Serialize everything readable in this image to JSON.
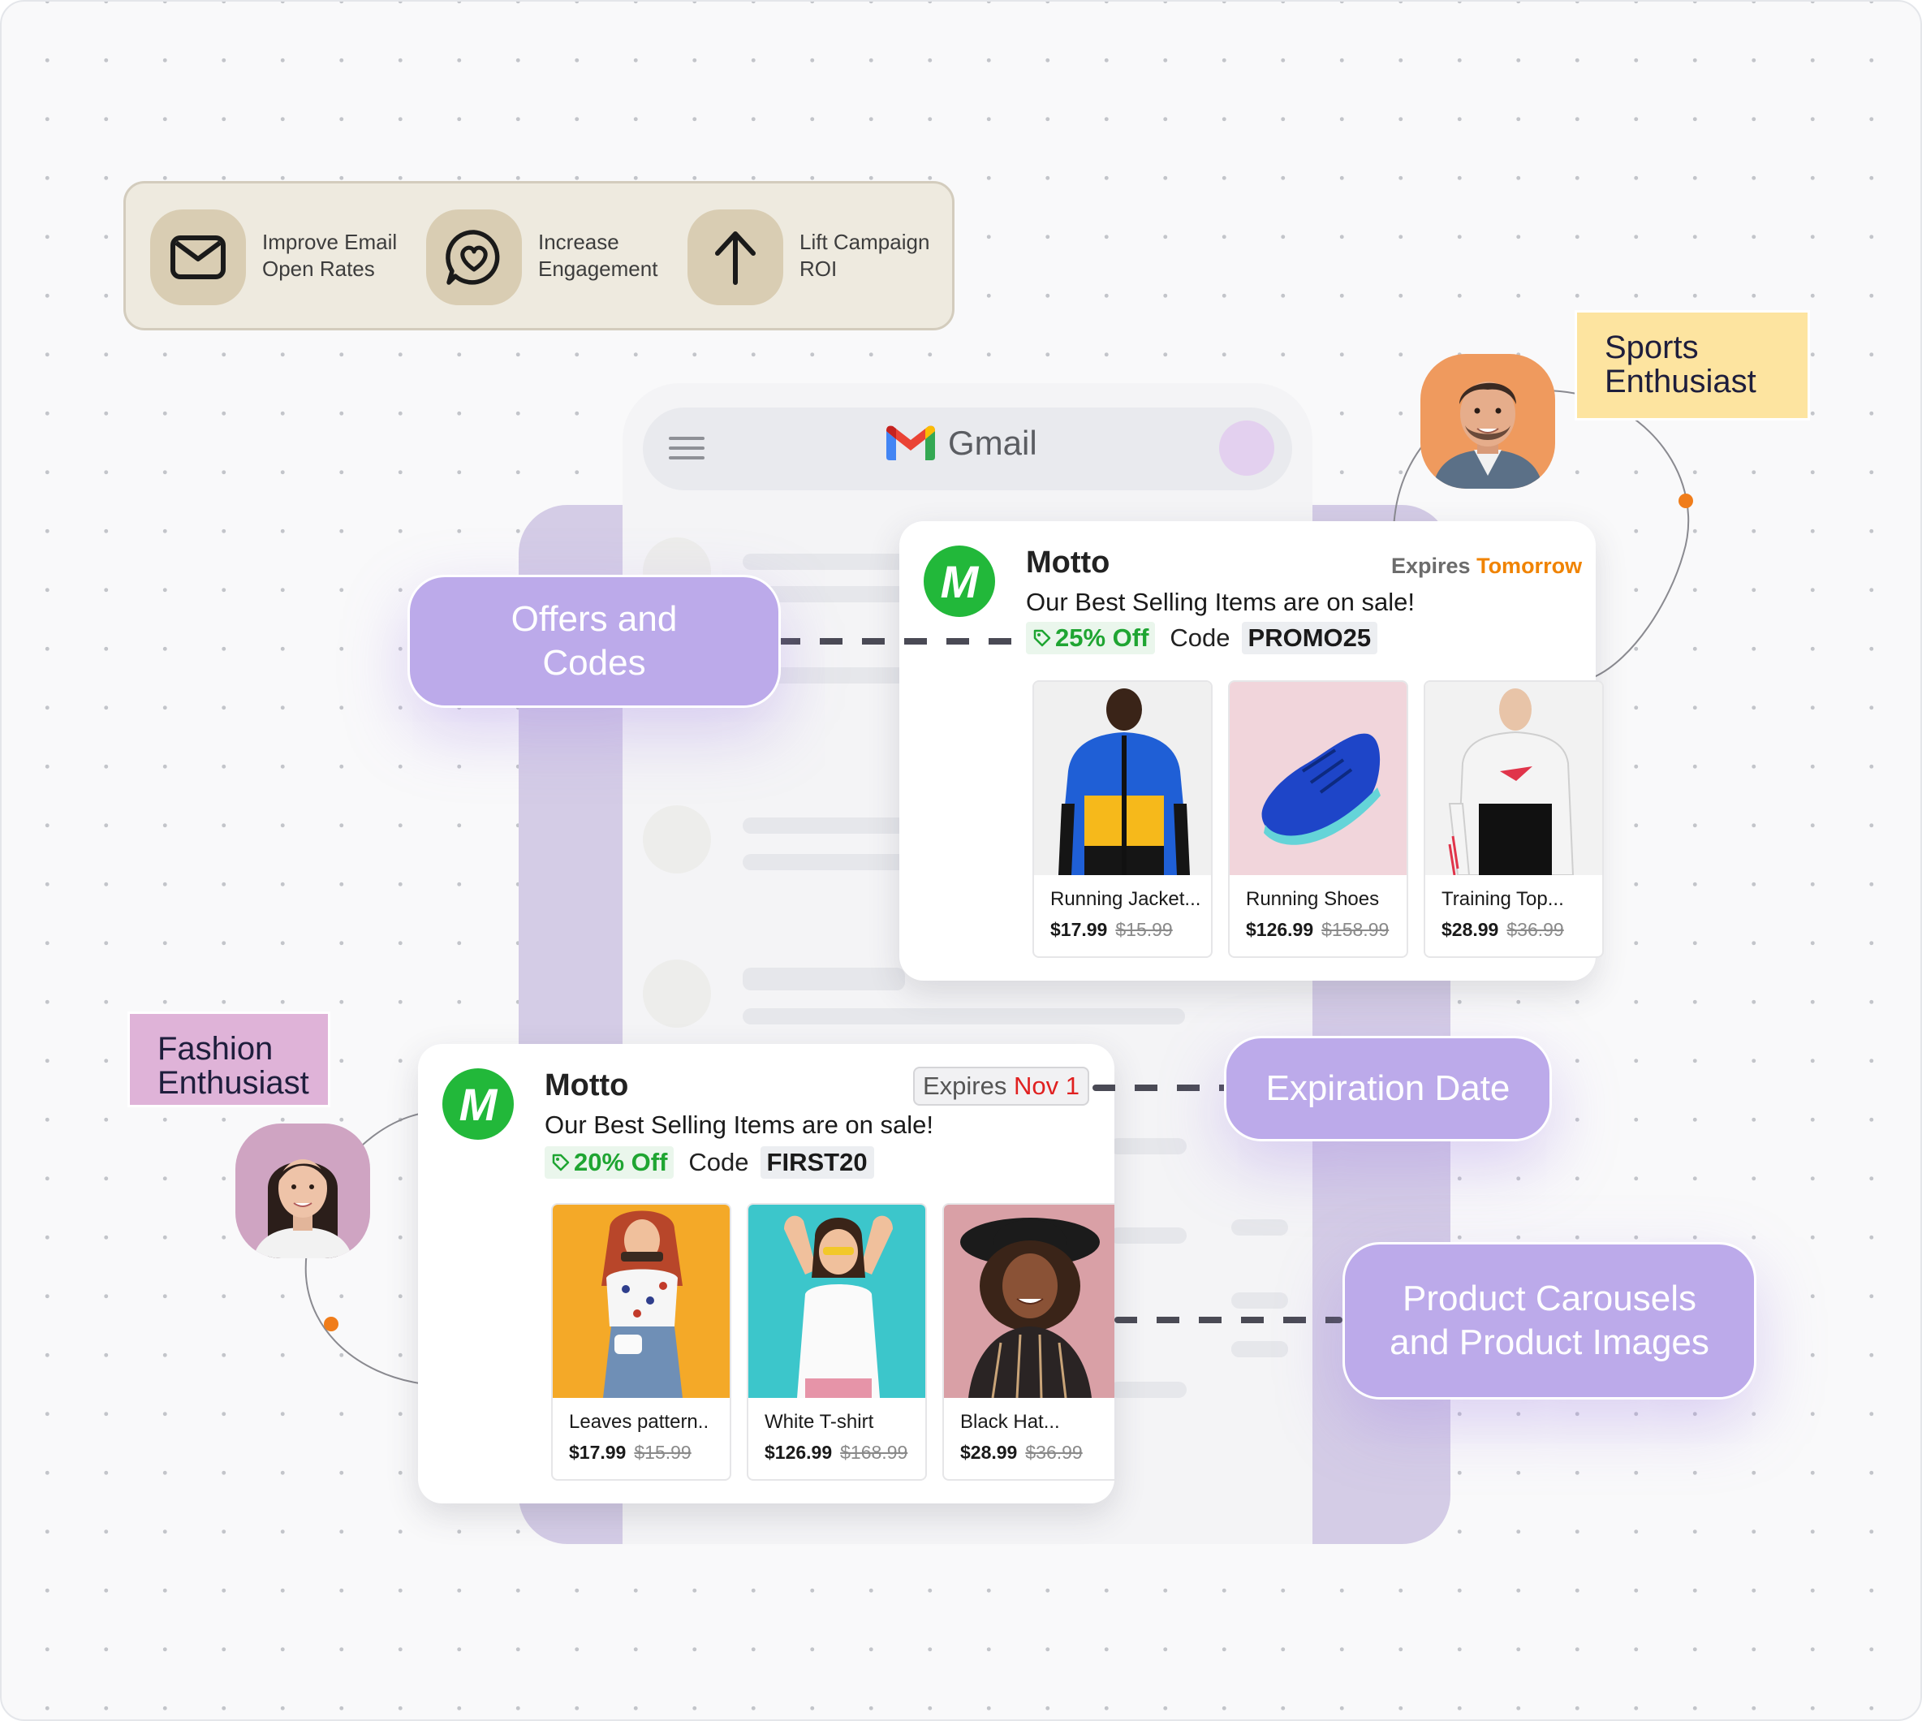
{
  "benefits": [
    {
      "icon": "mail-icon",
      "label": "Improve Email\nOpen Rates"
    },
    {
      "icon": "heart-chat-icon",
      "label": "Increase\nEngagement"
    },
    {
      "icon": "arrow-up-icon",
      "label": "Lift Campaign\nROI"
    }
  ],
  "gmail": {
    "title": "Gmail",
    "menu_icon": "hamburger-menu-icon"
  },
  "personas": {
    "sports": {
      "label": "Sports\nEnthusiast"
    },
    "fashion": {
      "label": "Fashion\nEnthusiast"
    }
  },
  "features": {
    "offers": "Offers and\nCodes",
    "expiration": "Expiration Date",
    "carousels": "Product Carousels\nand Product Images"
  },
  "email_sports": {
    "brand": "Motto",
    "logo_letter": "M",
    "expires_prefix": "Expires",
    "expires_value": "Tomorrow",
    "subject": "Our Best Selling Items are on sale!",
    "discount": "25% Off",
    "code_label": "Code",
    "code": "PROMO25",
    "products": [
      {
        "name": "Running Jacket...",
        "price": "$17.99",
        "old_price": "$15.99"
      },
      {
        "name": "Running Shoes",
        "price": "$126.99",
        "old_price": "$158.99"
      },
      {
        "name": "Training Top...",
        "price": "$28.99",
        "old_price": "$36.99"
      }
    ]
  },
  "email_fashion": {
    "brand": "Motto",
    "logo_letter": "M",
    "expires_prefix": "Expires",
    "expires_value": "Nov 1",
    "subject": "Our Best Selling Items are on sale!",
    "discount": "20% Off",
    "code_label": "Code",
    "code": "FIRST20",
    "products": [
      {
        "name": "Leaves pattern..",
        "price": "$17.99",
        "old_price": "$15.99"
      },
      {
        "name": "White T-shirt",
        "price": "$126.99",
        "old_price": "$168.99"
      },
      {
        "name": "Black Hat...",
        "price": "$28.99",
        "old_price": "$36.99"
      }
    ]
  },
  "colors": {
    "accent_purple": "#bcaaea",
    "brand_green": "#22b83a",
    "expiry_orange": "#f08300",
    "expiry_red": "#e02020",
    "discount_green": "#1fa532"
  }
}
